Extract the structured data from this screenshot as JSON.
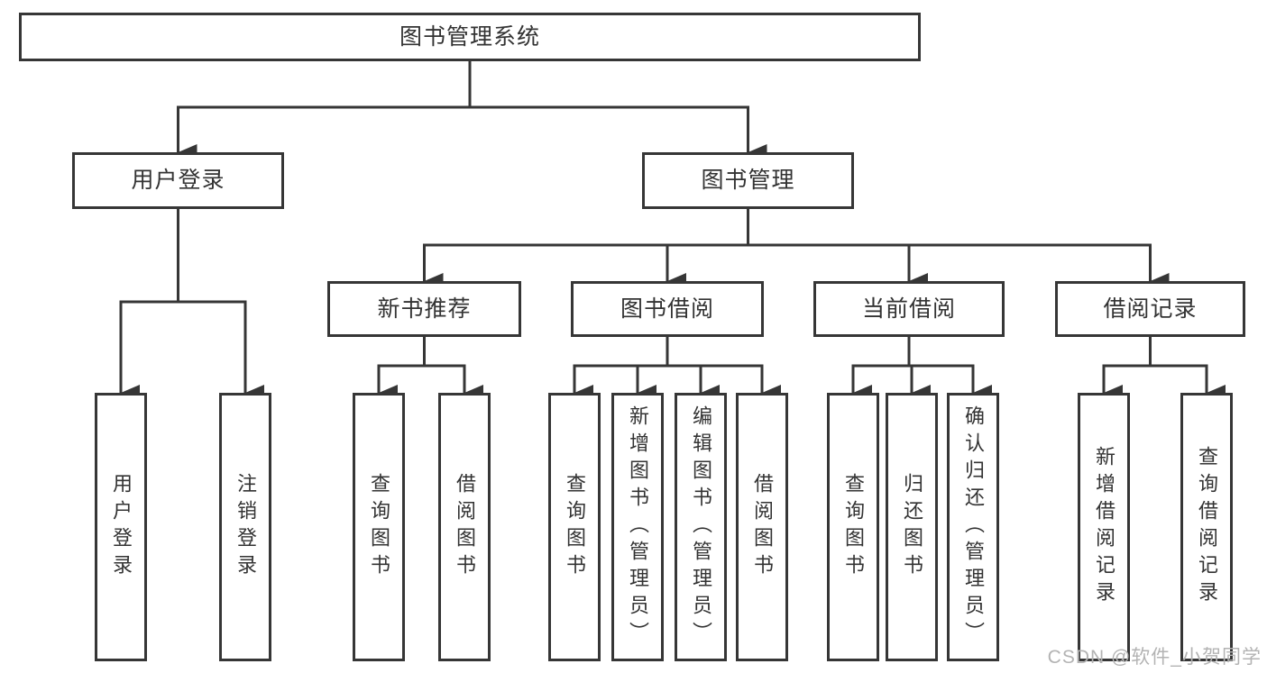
{
  "diagram_title": "图书管理系统",
  "nodes": {
    "root": "图书管理系统",
    "level1": {
      "user_login": "用户登录",
      "book_management": "图书管理"
    },
    "user_login_children": [
      "用户登录",
      "注销登录"
    ],
    "modules": [
      "新书推荐",
      "图书借阅",
      "当前借阅",
      "借阅记录"
    ],
    "new_book_children": [
      "查询图书",
      "借阅图书"
    ],
    "borrow_children": [
      "查询图书",
      "新增图书（管理员）",
      "编辑图书（管理员）",
      "借阅图书"
    ],
    "current_children": [
      "查询图书",
      "归还图书",
      "确认归还（管理员）"
    ],
    "record_children": [
      "新增借阅记录",
      "查询借阅记录"
    ]
  },
  "watermark": "CSDN @软件_小贺同学",
  "colors": {
    "line": "#363636",
    "border": "#363636",
    "text": "#333333",
    "watermark": "#b3b3b3",
    "background": "#ffffff"
  }
}
